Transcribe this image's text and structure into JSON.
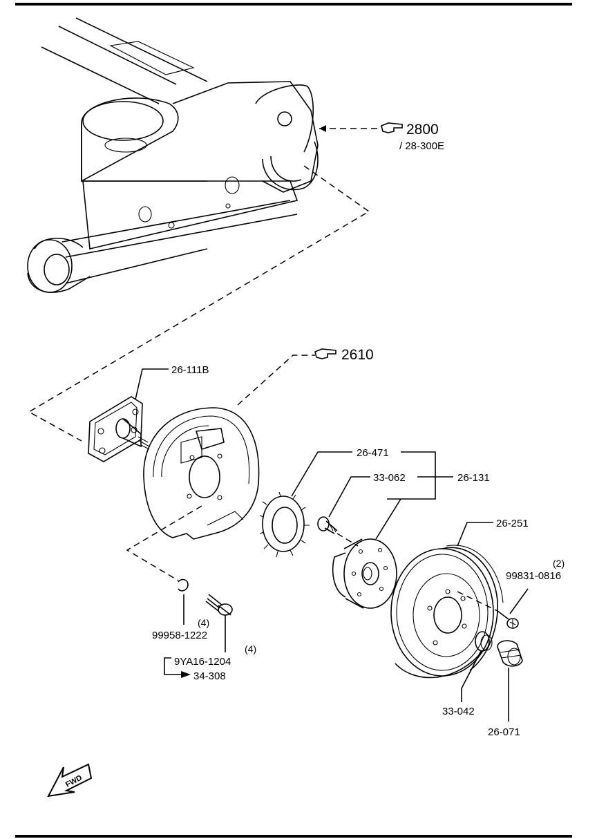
{
  "callouts": {
    "ref_2800": "2800",
    "ref_28_300e": "/ 28-300E",
    "ref_2610": "2610"
  },
  "parts": {
    "p26_111b": "26-111B",
    "p26_471": "26-471",
    "p33_062": "33-062",
    "p26_131": "26-131",
    "p26_251": "26-251",
    "p99831_0816": "99831-0816",
    "qty_99831": "(2)",
    "p99958_1222": "99958-1222",
    "qty_99958": "(4)",
    "p9ya16_1204": "9YA16-1204",
    "qty_9ya16": "(4)",
    "p34_308": "34-308",
    "p33_042": "33-042",
    "p26_071": "26-071"
  },
  "fwd": "FWD",
  "icons": {
    "pointer": "pointing-hand-icon",
    "fwd": "fwd-arrow-icon"
  },
  "colors": {
    "ink": "#000000",
    "paper": "#ffffff"
  }
}
